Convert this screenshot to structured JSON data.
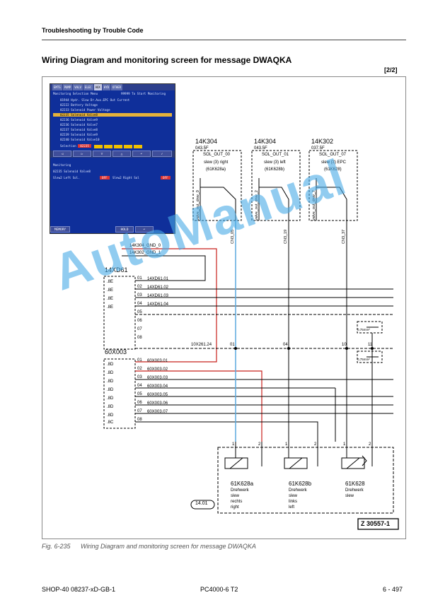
{
  "header": {
    "section": "Troubleshooting by Trouble Code",
    "title": "Wiring Diagram and monitoring screen for message DWAQKA",
    "page_marker": "[2/2]"
  },
  "screen": {
    "tabs": [
      "EMTS",
      "PUMP",
      "VALV",
      "ELEC",
      "AUX",
      "HYD",
      "OTHER"
    ],
    "header_left": "Monitoring Selection Menu",
    "header_right": "99999 To Start Monitoring",
    "list": [
      "01944 Hydr. Slew Dr.Aux.EPC Out Current",
      "02222 Battery Voltage",
      "02233 Solenoid Power Voltage",
      "02235 Solenoid Valve8",
      "02236 Solenoid Valve9",
      "02236 Solenoid Valve7",
      "02237 Solenoid Valve8",
      "02239 Solenoid Valve9",
      "02240 Solenoid Valve10"
    ],
    "selection_label": "Selection",
    "selection_value": "02235",
    "nav": [
      "◁",
      "▷",
      "▽",
      "△",
      "↶",
      "✓"
    ],
    "monitoring": "Monitoring",
    "item": "02235 Solenoid Valve8",
    "row_left": "Slew2 Left Sol.",
    "row_left_val": "OFF",
    "row_right": "Slew2 Right Sol",
    "row_right_val": "OFF",
    "memory": "MEMORY",
    "hold": "HOLD"
  },
  "diagram": {
    "modules": [
      {
        "id": "14K304",
        "sub": "043.5F",
        "out": "SOL_OUT_00",
        "desc": "slew (3) right",
        "code": "(61K628a)",
        "vert": "valve_out_dnw_0",
        "conn": "CN3_05"
      },
      {
        "id": "14K304",
        "sub": "043.5F",
        "out": "SOL_OUT_01",
        "desc": "slew (3) left",
        "code": "(61K628b)",
        "vert": "valve_out_dnw_2",
        "conn": "CN3_19"
      },
      {
        "id": "14K302",
        "sub": "037.5F",
        "out": "SOL_OUT_07",
        "desc": "slew (3) EPC",
        "code": "(61K628)",
        "vert": "valve_out_dnw_7",
        "conn": "CN3_37"
      }
    ],
    "gnd": [
      "14K304_GND_0",
      "14K302_GND_1"
    ],
    "conn1": "14XD61",
    "conn1_pins": [
      "01",
      "02",
      "03",
      "04",
      "05",
      "06",
      "07",
      "08"
    ],
    "conn1_codes": [
      ".8E",
      ".8E",
      ".8E",
      ".8E"
    ],
    "conn1_labels": [
      "14XD61.01",
      "14XD61.02",
      "14XD61.03",
      "14XD61.04"
    ],
    "conn2": "60X003",
    "conn2_pins": [
      "01",
      "02",
      "03",
      "04",
      "05",
      "06",
      "07",
      "08"
    ],
    "conn2_codes": [
      ".8D",
      ".8D",
      ".8D",
      ".8D",
      ".8D",
      ".8D",
      ".8D",
      ".8C"
    ],
    "conn2_labels": [
      "60X003.01",
      "60X003.02",
      "60X003.03",
      "60X003.04",
      "60X003.05",
      "60X003.06",
      "60X003.07"
    ],
    "bus_label": "10X261.24",
    "bus_nums": [
      "01",
      "04",
      "10",
      "11"
    ],
    "res": [
      "0,75mm²",
      "0,75mm²"
    ],
    "valves": [
      {
        "id": "61K628a",
        "l1": "Drehwerk",
        "l2": "slew",
        "l3": "rechts",
        "l4": "right"
      },
      {
        "id": "61K628b",
        "l1": "Drehwerk",
        "l2": "slew",
        "l3": "links",
        "l4": "left"
      },
      {
        "id": "61K628",
        "l1": "Drehwerk",
        "l2": "slew",
        "l3": "",
        "l4": ""
      }
    ],
    "pins": [
      "1",
      "2",
      "1",
      "2",
      "1",
      "2"
    ],
    "box_ref": "14.01",
    "ref": "Z 30557-1"
  },
  "watermark": "AutoManual",
  "caption": {
    "fig": "Fig. 6-235",
    "text": "Wiring Diagram and monitoring screen for message DWAQKA"
  },
  "footer": {
    "left": "SHOP-40 08237-xD-GB-1",
    "center": "PC4000-6 T2",
    "right": "6  - 497"
  },
  "colors": {
    "blue_wire": "#5aa9dd",
    "red_wire": "#c8201c",
    "screen_bg": "#0f2f9a",
    "highlight": "#e6b23a"
  }
}
